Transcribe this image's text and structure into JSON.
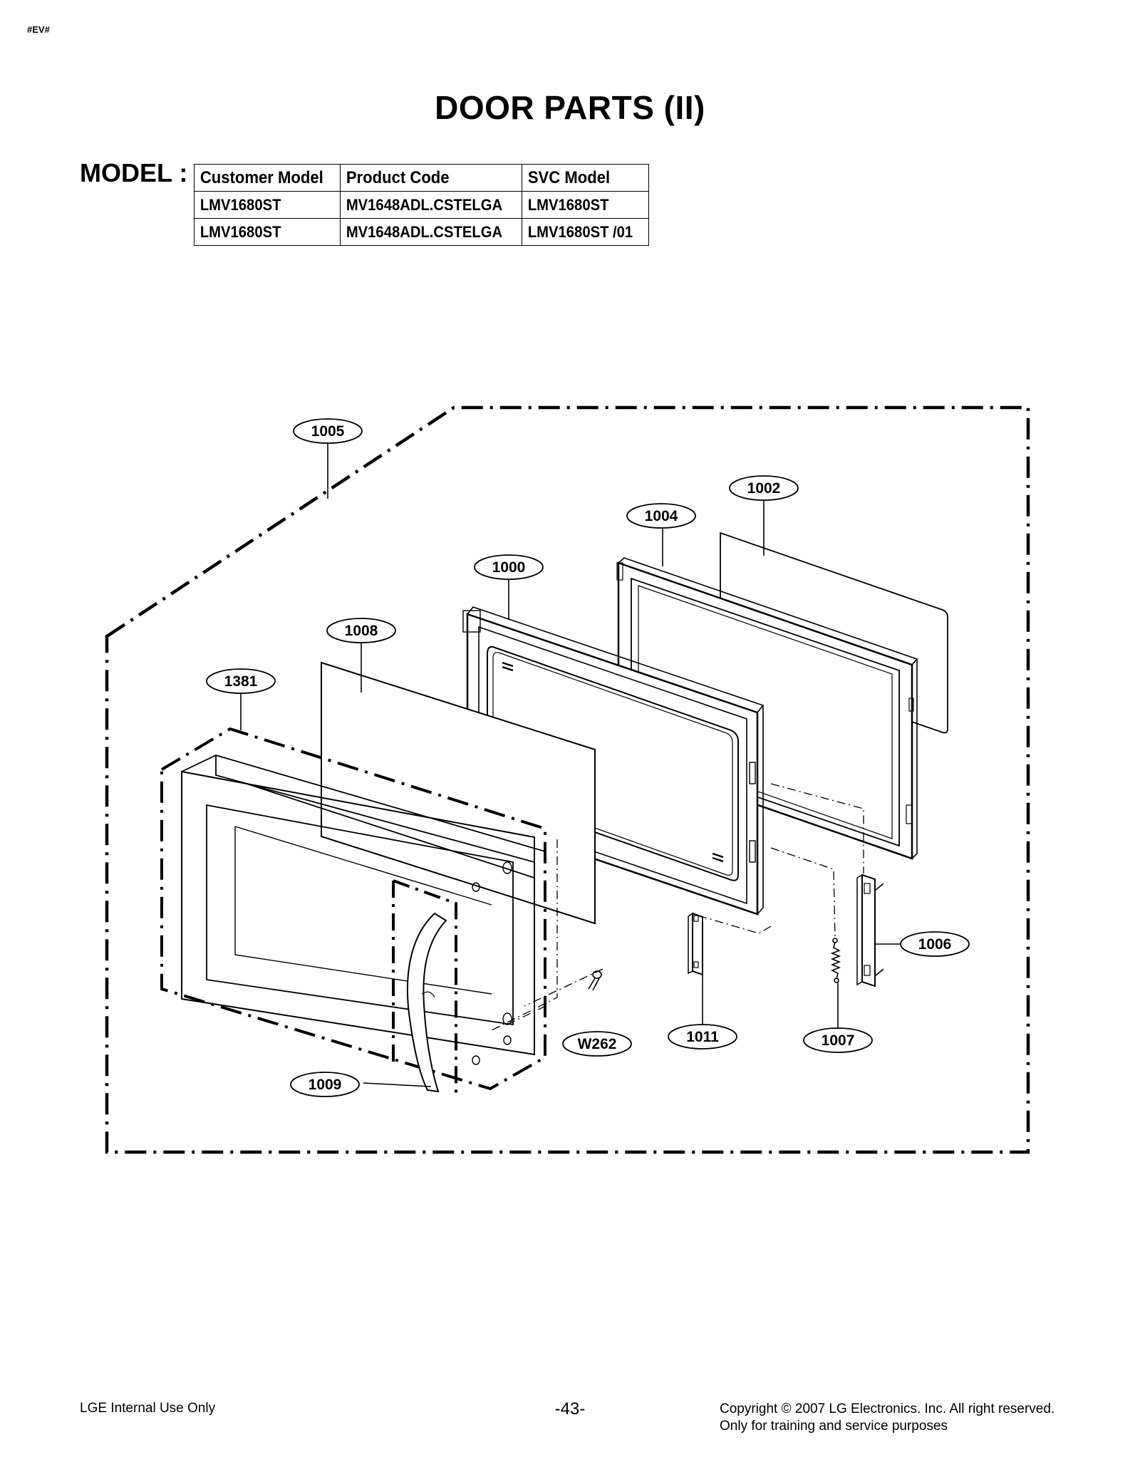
{
  "corner_tag": "#EV#",
  "title": "DOOR PARTS (II)",
  "model_label": "MODEL :",
  "model_table": {
    "headers": [
      "Customer Model",
      "Product Code",
      "SVC Model"
    ],
    "rows": [
      [
        "LMV1680ST",
        "MV1648ADL.CSTELGA",
        "LMV1680ST"
      ],
      [
        "LMV1680ST",
        "MV1648ADL.CSTELGA",
        "LMV1680ST /01"
      ]
    ]
  },
  "parts": {
    "p1005": "1005",
    "p1002": "1002",
    "p1004": "1004",
    "p1000": "1000",
    "p1008": "1008",
    "p1381": "1381",
    "p1006": "1006",
    "pW262": "W262",
    "p1011": "1011",
    "p1007": "1007",
    "p1009": "1009"
  },
  "footer": {
    "left": "LGE Internal Use Only",
    "page": "-43-",
    "copyright": "Copyright © 2007 LG Electronics. Inc. All right reserved.",
    "note": "Only for training and service purposes"
  }
}
